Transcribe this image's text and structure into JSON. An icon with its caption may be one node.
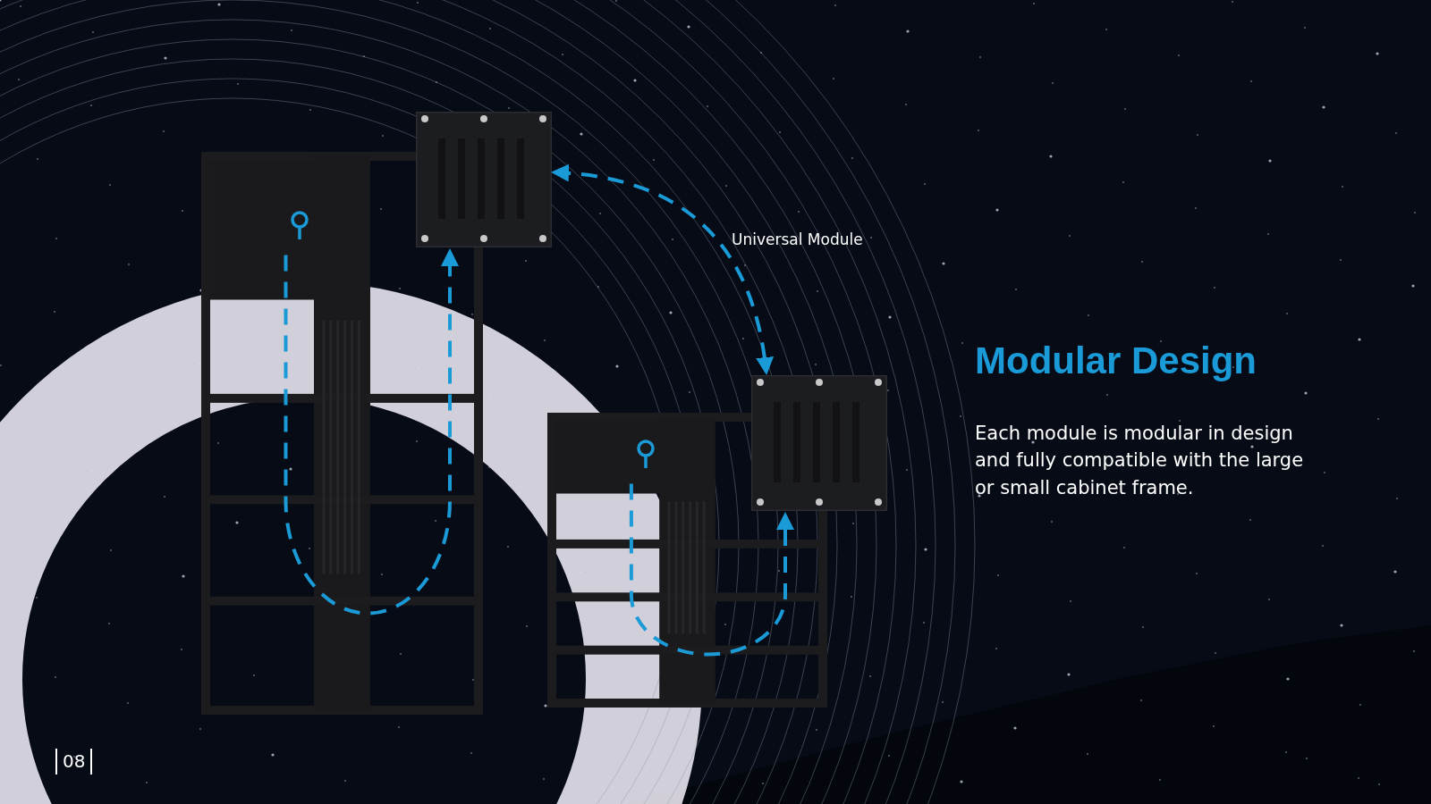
{
  "diagram": {
    "title": "Modular Design",
    "nodes": [
      {
        "text": [],
        "shape": "picture"
      },
      {
        "text": [],
        "shape": "picture"
      },
      {
        "text": [],
        "shape": "picture"
      },
      {
        "text": [],
        "shape": "picture"
      }
    ],
    "edges": [
      {
        "from": 1,
        "to": 3,
        "arrow": "both",
        "style": "dashed",
        "label": "Universal Module"
      },
      {
        "from": 0,
        "to": 1,
        "arrow": "to",
        "style": "dashed"
      },
      {
        "from": 2,
        "to": 3,
        "arrow": "to",
        "style": "dashed"
      }
    ],
    "labels": [
      "Each module is modular in design and fully compatible with the large or small cabinet frame.",
      "08"
    ]
  }
}
